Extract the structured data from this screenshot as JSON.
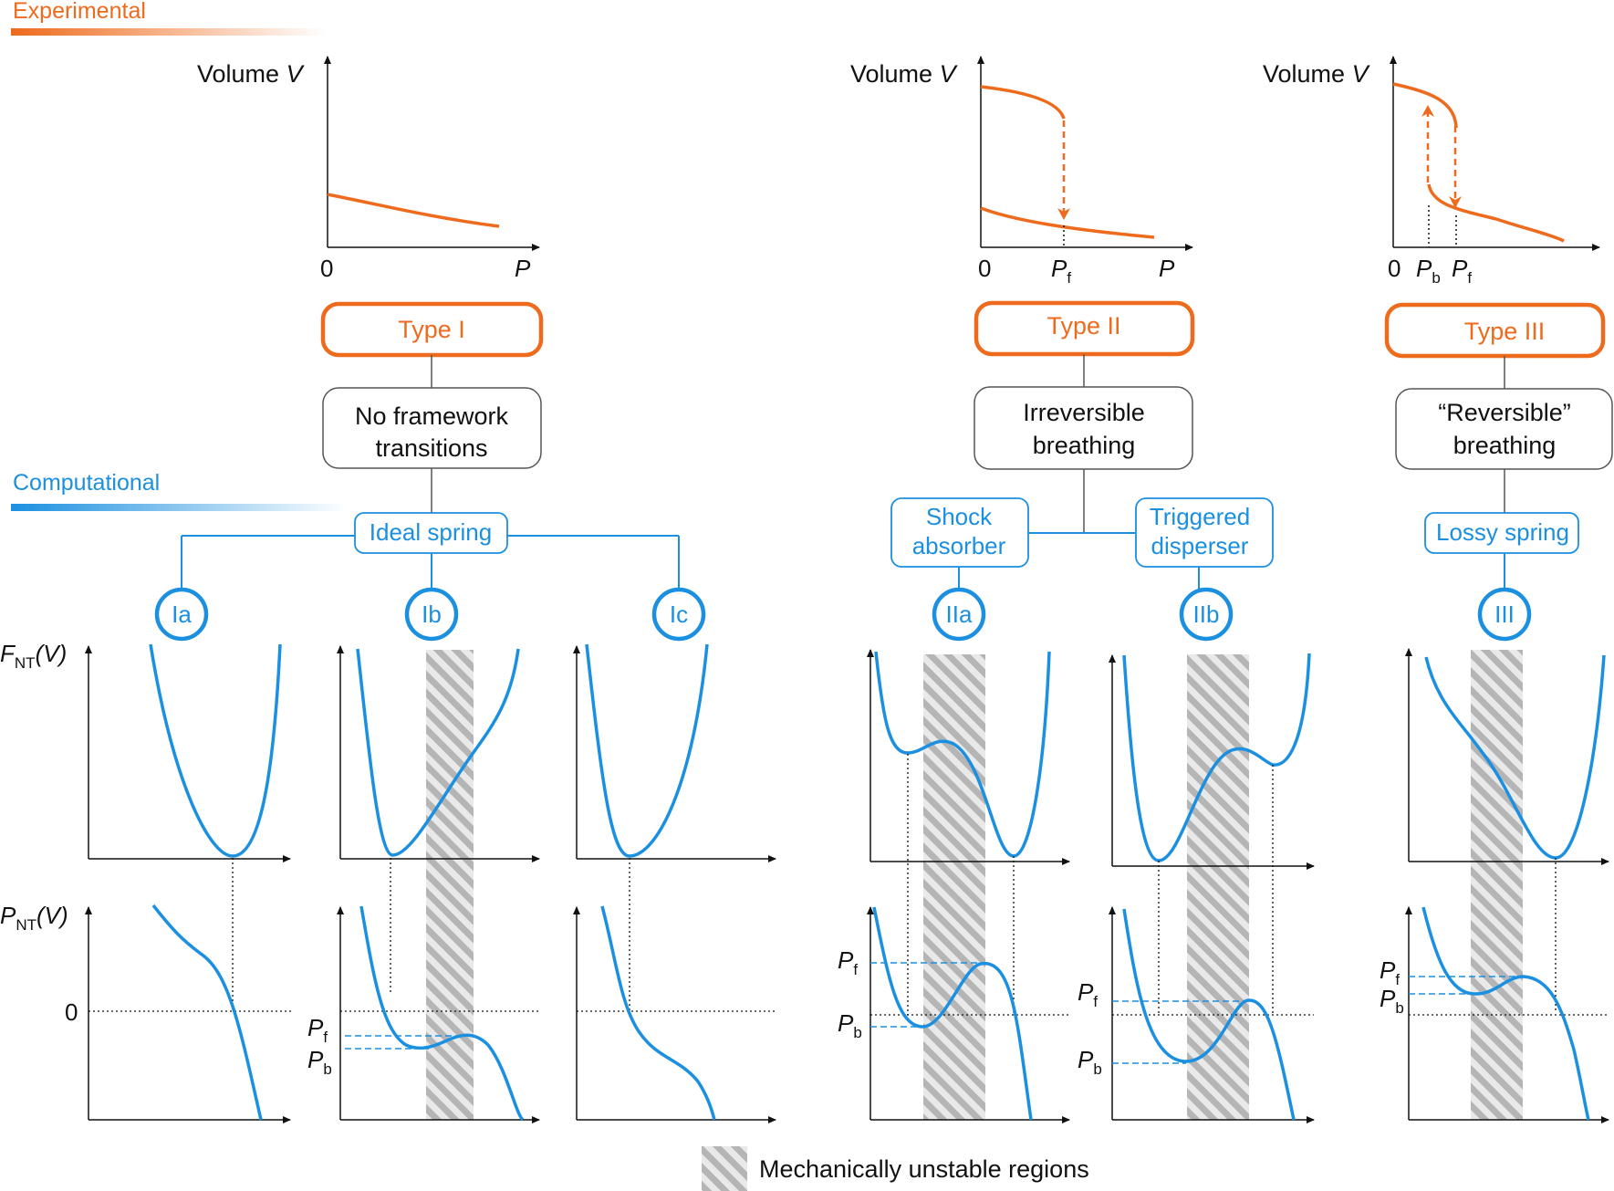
{
  "colors": {
    "orange": "#ee6a1c",
    "blue": "#1b8fe0",
    "black": "#111111",
    "hatch": "#b5b5b5"
  },
  "headers": {
    "experimental": "Experimental",
    "computational": "Computational"
  },
  "axes": {
    "volume": "Volume",
    "volume_var": "V",
    "pressure": "P",
    "zero": "0",
    "pf_main": "P",
    "pf_sub": "f",
    "pb_main": "P",
    "pb_sub": "b",
    "fnt_main": "F",
    "fnt_sub": "NT",
    "fnt_arg": "(V)",
    "pnt_main": "P",
    "pnt_sub": "NT",
    "pnt_arg": "(V)"
  },
  "types": {
    "type1": {
      "label": "Type I",
      "desc1": "No framework",
      "desc2": "transitions"
    },
    "type2": {
      "label": "Type II",
      "desc1": "Irreversible",
      "desc2": "breathing"
    },
    "type3": {
      "label": "Type III",
      "desc1": "“Reversible”",
      "desc2": "breathing"
    }
  },
  "models": {
    "ideal_spring": "Ideal spring",
    "shock1": "Shock",
    "shock2": "absorber",
    "trig1": "Triggered",
    "trig2": "disperser",
    "lossy_spring": "Lossy spring"
  },
  "circles": {
    "ia": "Ia",
    "ib": "Ib",
    "ic": "Ic",
    "iia": "IIa",
    "iib": "IIb",
    "iii": "III"
  },
  "legend": {
    "hatch_label": "Mechanically unstable regions"
  }
}
